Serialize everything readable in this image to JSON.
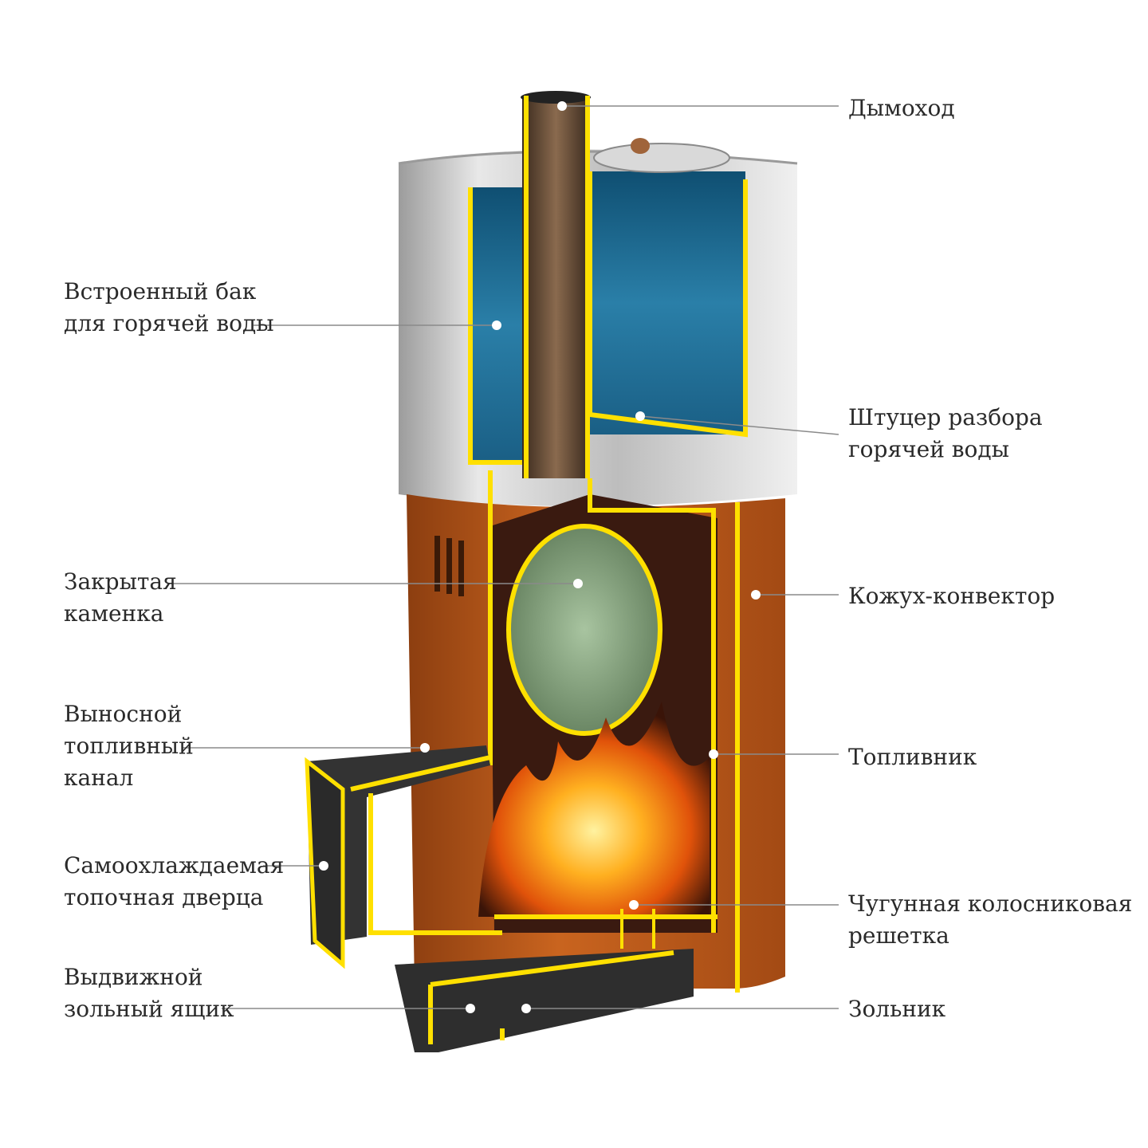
{
  "diagram": {
    "colors": {
      "outline": "#ffe000",
      "water": "#1e6f96",
      "convector": "#b5561a",
      "steel": "#c8c8c8",
      "iron": "#3b3b3b",
      "fire": "#ff8a1a",
      "stones": "#7a9a72",
      "callout_line": "#8a8a8a"
    },
    "labels": {
      "chimney": [
        "Дымоход"
      ],
      "tank": [
        "Встроенный бак",
        "для горячей воды"
      ],
      "nozzle": [
        "Штуцер разбора",
        "горячей воды"
      ],
      "heater": [
        "Закрытая",
        "каменка"
      ],
      "convector": [
        "Кожух-конвектор"
      ],
      "fuel_channel": [
        "Выносной",
        "топливный",
        "канал"
      ],
      "firebox": [
        "Топливник"
      ],
      "door": [
        "Самоохлаждаемая",
        "топочная дверца"
      ],
      "grate": [
        "Чугунная колосниковая",
        "решетка"
      ],
      "ash_box": [
        "Выдвижной",
        "зольный ящик"
      ],
      "ash_pit": [
        "Зольник"
      ]
    }
  }
}
